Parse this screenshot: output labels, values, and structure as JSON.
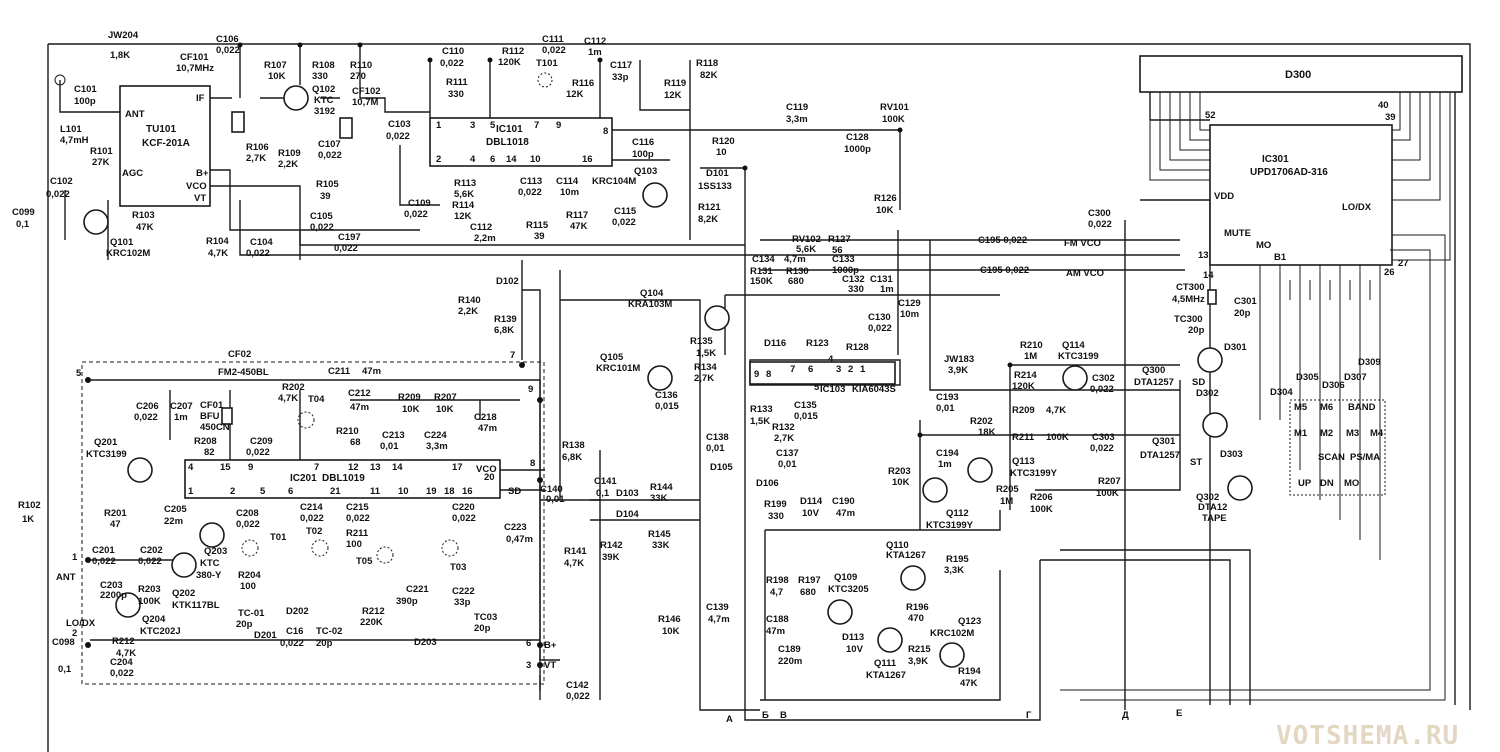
{
  "labels": {
    "jw204": "JW204",
    "jw204_v": "1,8K",
    "c106": "C106",
    "c106_v": "0,022",
    "cf101": "CF101",
    "cf101_v": "10,7MHz",
    "r107": "R107",
    "r107_v": "10K",
    "r108": "R108",
    "r108_v": "330",
    "r110": "R110",
    "r110_v": "270",
    "c101": "C101",
    "c101_v": "100p",
    "ant": "ANT",
    "if": "IF",
    "tu101": "TU101",
    "tu101_part": "KCF-201A",
    "q102": "Q102",
    "q102_part": "KTC",
    "q102_part2": "3192",
    "cf102": "CF102",
    "cf102_v": "10,7M",
    "l101": "L101",
    "l101_v": "4,7mH",
    "r101": "R101",
    "r101_v": "27K",
    "agc": "AGC",
    "bplus": "B+",
    "vco": "VCO",
    "vt": "VT",
    "r106": "R106",
    "r106_v": "2,7K",
    "r109": "R109",
    "r109_v": "2,2K",
    "c107": "C107",
    "c107_v": "0,022",
    "c102": "C102",
    "c102_v": "0,022",
    "r105": "R105",
    "r105_v": "39",
    "c099": "C099",
    "c099_v": "0,1",
    "r103": "R103",
    "r103_v": "47K",
    "c105": "C105",
    "c105_v": "0,022",
    "c197": "C197",
    "c197_v": "0,022",
    "q101": "Q101",
    "q101_part": "KRC102M",
    "r104": "R104",
    "r104_v": "4,7K",
    "c104": "C104",
    "c104_v": "0,022",
    "c110": "C110",
    "c110_v": "0,022",
    "r112": "R112",
    "r112_v": "120K",
    "c111": "C111",
    "c111_v": "0,022",
    "c112": "C112",
    "c112_v": "1m",
    "t101": "T101",
    "r111": "R111",
    "r111_v": "330",
    "r116": "R116",
    "r116_v": "12K",
    "c117": "C117",
    "c117_v": "33p",
    "r118": "R118",
    "r118_v": "82K",
    "r119": "R119",
    "r119_v": "12K",
    "ic101": "IC101",
    "ic101_part": "DBL1018",
    "c103": "C103",
    "c103_v": "0,022",
    "c116": "C116",
    "c116_v": "100p",
    "r120": "R120",
    "r120_v": "10",
    "c119": "C119",
    "c119_v": "3,3m",
    "rv101": "RV101",
    "rv101_v": "100K",
    "c128": "C128",
    "c128_v": "1000p",
    "r113": "R113",
    "r113_v": "5,6K",
    "r114": "R114",
    "r114_v": "12K",
    "c113": "C113",
    "c113_v": "0,022",
    "c114": "C114",
    "c114_v": "10m",
    "krc104m": "KRC104M",
    "q103": "Q103",
    "d101": "D101",
    "d101_part": "1SS133",
    "c109": "C109",
    "c109_v": "0,022",
    "c112b": "C112",
    "c112b_v": "2,2m",
    "r115": "R115",
    "r115_v": "39",
    "r117": "R117",
    "r117_v": "47K",
    "c115": "C115",
    "c115_v": "0,022",
    "r121": "R121",
    "r121_v": "8,2K",
    "r126": "R126",
    "r126_v": "10K",
    "d300": "D300",
    "ic301": "IC301",
    "ic301_part": "UPD1706AD-316",
    "vdd": "VDD",
    "lodx": "LO/DX",
    "mute": "MUTE",
    "mo": "MO",
    "b1": "B1",
    "c300": "C300",
    "c300_v": "0,022",
    "c195a": "C195 0,022",
    "fmvco": "FM VCO",
    "c195b": "C195 0,022",
    "amvco": "AM VCO",
    "rv102": "RV102",
    "rv102_v": "5,6K",
    "r127": "R127",
    "r127_v": "56",
    "c134": "C134",
    "c134_v": "4,7m",
    "c133": "C133",
    "c133_v": "1000p",
    "r131": "R131",
    "r131_v": "150K",
    "r130": "R130",
    "r130_v": "680",
    "c132": "C132",
    "c132_v": "330",
    "c131": "C131",
    "c131_v": "1m",
    "c129": "C129",
    "c129_v": "10m",
    "c130": "C130",
    "c130_v": "0,022",
    "d102": "D102",
    "r140": "R140",
    "r140_v": "2,2K",
    "r139": "R139",
    "r139_v": "6,8K",
    "q104": "Q104",
    "q104_part": "KRA103M",
    "q105": "Q105",
    "q105_part": "KRC101M",
    "r135": "R135",
    "r135_v": "1,5K",
    "r134": "R134",
    "r134_v": "2,7K",
    "d116": "D116",
    "r123": "R123",
    "r128": "R128",
    "ic103": "IC103",
    "ic103_part": "KIA6043S",
    "c136": "C136",
    "c136_v": "0,015",
    "r133": "R133",
    "r133_v": "1,5K",
    "c135": "C135",
    "c135_v": "0,015",
    "r132": "R132",
    "r132_v": "2,7K",
    "c137": "C137",
    "c137_v": "0,01",
    "c138": "C138",
    "c138_v": "0,01",
    "d105": "D105",
    "d106": "D106",
    "cf02": "CF02",
    "cf02_part": "FM2-450BL",
    "c211": "C211",
    "c211_v": "47m",
    "r202": "R202",
    "r202_v": "4,7K",
    "t04": "T04",
    "c206": "C206",
    "c206_v": "0,022",
    "c207": "C207",
    "c207_v": "1m",
    "cf01": "CF01",
    "cf01_part": "BFU",
    "cf01_part2": "450CN",
    "r208": "R208",
    "r208_v": "82",
    "c209": "C209",
    "c209_v": "0,022",
    "c212": "C212",
    "c212_v": "47m",
    "r209": "R209",
    "r209_v": "10K",
    "r207": "R207",
    "r207_v": "10K",
    "c218": "C218",
    "c218_v": "47m",
    "r210": "R210",
    "r210_v": "68",
    "c213": "C213",
    "c213_v": "0,01",
    "c224": "C224",
    "c224_v": "3,3m",
    "q201": "Q201",
    "q201_part": "KTC3199",
    "ic201": "IC201",
    "ic201_part": "DBL1019",
    "vco2": "VCO",
    "sd": "SD",
    "r201": "R201",
    "r201_v": "47",
    "c205": "C205",
    "c205_v": "22m",
    "c208": "C208",
    "c208_v": "0,022",
    "c214": "C214",
    "c214_v": "0,022",
    "c215": "C215",
    "c215_v": "0,022",
    "c220": "C220",
    "c220_v": "0,022",
    "c223": "C223",
    "c223_v": "0,47m",
    "q203": "Q203",
    "q203_part": "KTC",
    "q203_part2": "380-Y",
    "t01": "T01",
    "t02": "T02",
    "r211": "R211",
    "r211_v": "100",
    "t05": "T05",
    "t03": "T03",
    "c201": "C201",
    "c201_v": "0,022",
    "c202": "C202",
    "c202_v": "0,022",
    "ant2": "ANT",
    "r204": "R204",
    "r204_v": "100",
    "tc01": "TC-01",
    "tc01_v": "20p",
    "d202": "D202",
    "r212": "R212",
    "r212_v": "220K",
    "c221": "C221",
    "c221_v": "390p",
    "c222": "C222",
    "c222_v": "33p",
    "tc03": "TC03",
    "tc03_v": "20p",
    "c203": "C203",
    "c203_v": "2200p",
    "r203": "R203",
    "r203_v": "100K",
    "q202": "Q202",
    "q202_part": "KTK117BL",
    "lodx2": "LO/DX",
    "q204": "Q204",
    "q204_part": "KTC202J",
    "r212b": "R212",
    "r212b_v": "4,7K",
    "c204": "C204",
    "c204_v": "0,022",
    "d201": "D201",
    "c16": "C16",
    "c16_v": "0,022",
    "tc02": "TC-02",
    "tc02_v": "20p",
    "d203": "D203",
    "c098": "C098",
    "c098_v": "0,1",
    "r102": "R102",
    "r102_v": "1K",
    "r138": "R138",
    "r138_v": "6,8K",
    "c141": "C141",
    "c141_v": "0,1",
    "c140": "C140",
    "c140_v": "0,01",
    "d103": "D103",
    "d104": "D104",
    "r144": "R144",
    "r144_v": "33K",
    "r145": "R145",
    "r145_v": "33K",
    "r141": "R141",
    "r141_v": "4,7K",
    "r142": "R142",
    "r142_v": "39K",
    "bplus2": "B+",
    "vt2": "VT",
    "c142": "C142",
    "c142_v": "0,022",
    "r146": "R146",
    "r146_v": "10K",
    "c139": "C139",
    "c139_v": "4,7m",
    "jw183": "JW183",
    "jw183_v": "3,9K",
    "r210b": "R210",
    "r210b_v": "1M",
    "r214": "R214",
    "r214_v": "120K",
    "q114": "Q114",
    "q114_part": "KTC3199",
    "c302": "C302",
    "c302_v": "0,022",
    "q300": "Q300",
    "q300_part": "DTA1257",
    "c193": "C193",
    "c193_v": "0,01",
    "r202b": "R202",
    "r202b_v": "18K",
    "r209b": "R209",
    "r209b_v": "4,7K",
    "r211b": "R211",
    "r211b_v": "100K",
    "c303": "C303",
    "c303_v": "0,022",
    "q301": "Q301",
    "q301_part": "DTA1257",
    "c194": "C194",
    "c194_v": "1m",
    "r203b": "R203",
    "r203b_v": "10K",
    "q113": "Q113",
    "q113_part": "KTC3199Y",
    "r205": "R205",
    "r205_v": "1M",
    "q112": "Q112",
    "q112_part": "KTC3199Y",
    "r206": "R206",
    "r206_v": "100K",
    "r207b": "R207",
    "r207b_v": "100K",
    "q302": "Q302",
    "q302_part": "DTA12",
    "tape": "TAPE",
    "r199": "R199",
    "r199_v": "330",
    "d114": "D114",
    "d114_v": "10V",
    "c190": "C190",
    "c190_v": "47m",
    "q110": "Q110",
    "q110_part": "KTA1267",
    "r195": "R195",
    "r195_v": "3,3K",
    "r198": "R198",
    "r198_v": "4,7",
    "r197": "R197",
    "r197_v": "680",
    "q109": "Q109",
    "q109_part": "KTC3205",
    "r196": "R196",
    "r196_v": "470",
    "q123": "Q123",
    "q123_part": "KRC102M",
    "c188": "C188",
    "c188_v": "47m",
    "d113": "D113",
    "d113_v": "10V",
    "c189": "C189",
    "c189_v": "220m",
    "q111": "Q111",
    "q111_part": "KTA1267",
    "r215": "R215",
    "r215_v": "3,9K",
    "r194": "R194",
    "r194_v": "47K",
    "ct300": "CT300",
    "ct300_v": "4,5MHz",
    "tc300": "TC300",
    "tc300_v": "20p",
    "c301": "C301",
    "c301_v": "20p",
    "d301": "D301",
    "d302": "D302",
    "d303": "D303",
    "d304": "D304",
    "d305": "D305",
    "d306": "D306",
    "d307": "D307",
    "d309": "D309",
    "sd2": "SD",
    "st": "ST",
    "m5": "M5",
    "m6": "M6",
    "band": "BAND",
    "m1": "M1",
    "m2": "M2",
    "m3": "M3",
    "m4": "M4",
    "scan": "SCAN",
    "psma": "PS/MA",
    "up": "UP",
    "dn": "DN",
    "mo2": "MO",
    "pin52": "52",
    "pin40": "40",
    "pin39": "39",
    "pin13": "13",
    "pin14": "14",
    "pin26": "26",
    "pin27": "27",
    "ic_pin1": "1",
    "ic_pin3": "3",
    "ic_pin5": "5",
    "ic_pin7": "7",
    "ic_pin8": "8",
    "ic_pin2": "2",
    "ic_pin6": "6",
    "ic_pin9": "9",
    "ic_pin10": "10",
    "n5": "5",
    "n1": "1",
    "n2": "2",
    "n7": "7",
    "n9": "9",
    "n8": "8",
    "n6": "6",
    "n3": "3",
    "p4": "4",
    "p15": "15",
    "p9": "9",
    "p7": "7",
    "p12": "12",
    "p13": "13",
    "p14": "14",
    "p17": "17",
    "p20": "20",
    "p1": "1",
    "p2": "2",
    "p5": "5",
    "p6": "6",
    "p21": "21",
    "p11": "11",
    "p10": "10",
    "p19": "19",
    "p18": "18",
    "p16": "16",
    "i101_1": "1",
    "i101_3": "3",
    "i101_5": "5",
    "i101_7": "7",
    "i101_9": "9",
    "i101_8": "8",
    "i101_2": "2",
    "i101_4": "4",
    "i101_6": "6",
    "i101_14": "14",
    "i101_10": "10",
    "i101_16": "16",
    "i103_1": "1",
    "i103_2": "2",
    "i103_3": "3",
    "i103_4": "4",
    "i103_5": "5",
    "i103_6": "6",
    "i103_7": "7",
    "i103_8": "8",
    "i103_9": "9",
    "out_a": "A",
    "out_b": "Б",
    "out_v": "В",
    "out_g": "Г",
    "out_d": "Д",
    "out_e": "Е",
    "watermark": "VOTSHEMA.RU"
  }
}
